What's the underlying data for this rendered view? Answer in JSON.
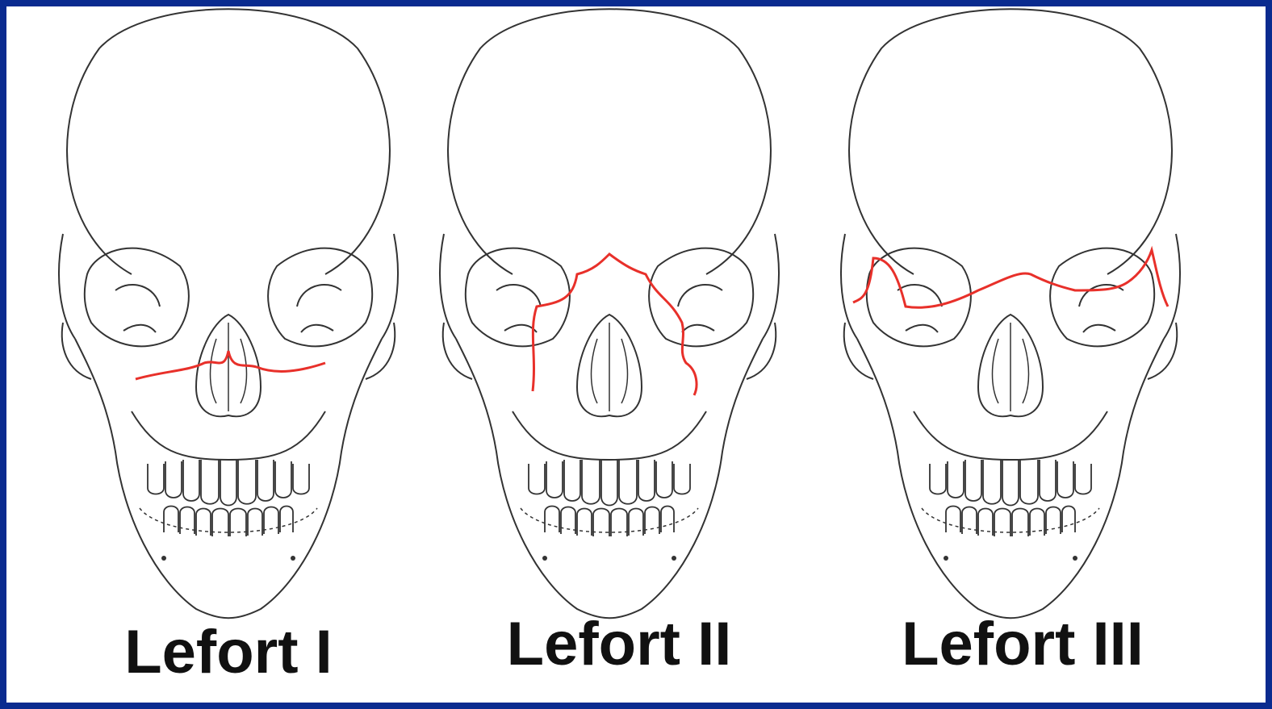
{
  "panels": [
    {
      "label": "Lefort I"
    },
    {
      "label": "Lefort II"
    },
    {
      "label": "Lefort III"
    }
  ],
  "colors": {
    "border": "#0a2b8f",
    "outline": "#333333",
    "fracture_line": "#e8302a"
  }
}
